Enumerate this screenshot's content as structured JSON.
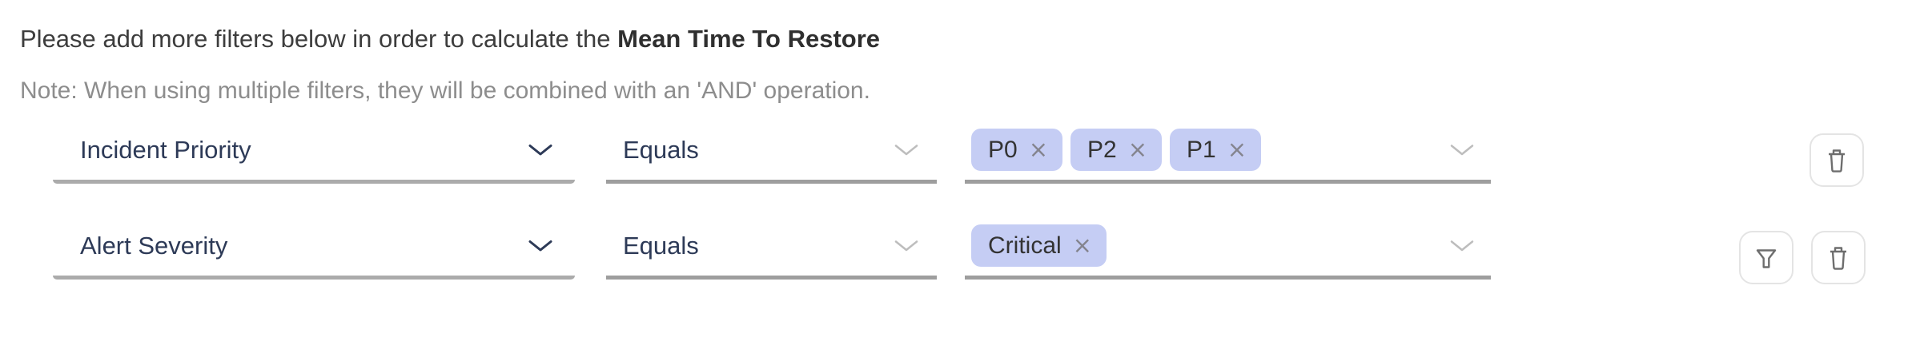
{
  "header": {
    "intro_text": "Please add more filters below in order to calculate the ",
    "intro_bold": "Mean Time To Restore",
    "note": "Note: When using multiple filters, they will be combined with an 'AND' operation."
  },
  "glyphs": {
    "remove_tag": "×"
  },
  "filters": [
    {
      "field": "Incident Priority",
      "operator": "Equals",
      "values": [
        "P0",
        "P2",
        "P1"
      ],
      "actions": [
        "delete"
      ]
    },
    {
      "field": "Alert Severity",
      "operator": "Equals",
      "values": [
        "Critical"
      ],
      "actions": [
        "filter",
        "delete"
      ]
    }
  ],
  "icons": {
    "field_dropdown": "chevron-down-icon",
    "tag_remove": "close-icon",
    "row_delete": "trash-icon",
    "row_filter": "filter-icon"
  },
  "colors": {
    "tag_background": "#c5cdf4",
    "field_label": "#2d3a57",
    "heading_text": "#3d3d3d",
    "note_text": "#8d8d8d",
    "underline": "#9e9e9e",
    "icon_gray": "#6e6e6e",
    "button_border": "#e4e4e4"
  }
}
